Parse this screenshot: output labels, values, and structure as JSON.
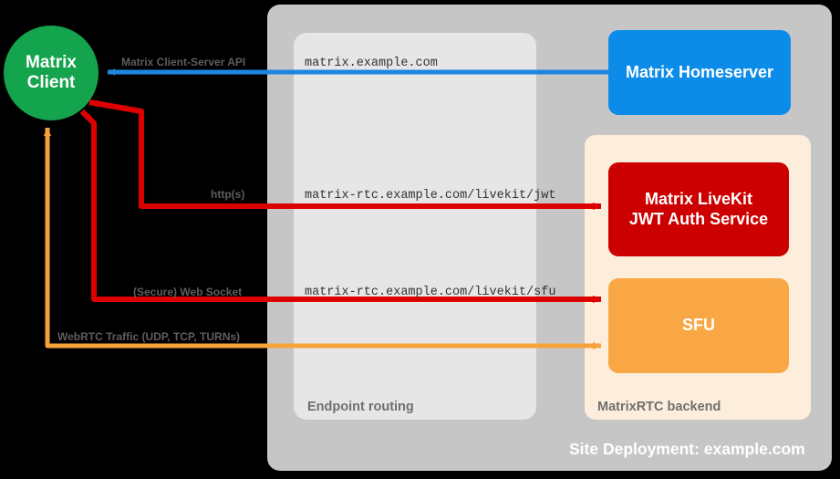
{
  "diagram": {
    "title": "Site Deployment: example.com",
    "background": "#000000"
  },
  "nodes": {
    "client": {
      "label_line1": "Matrix",
      "label_line2": "Client",
      "color": "#14a44d",
      "shape": "circle"
    },
    "homeserver": {
      "label": "Matrix Homeserver",
      "color": "#0c8ce9"
    },
    "jwt": {
      "label_line1": "Matrix LiveKit",
      "label_line2": "JWT Auth Service",
      "color": "#cc0000"
    },
    "sfu": {
      "label": "SFU",
      "color": "#f8a744"
    }
  },
  "panels": {
    "site": {
      "caption": "Site Deployment: example.com",
      "color": "#c6c6c6"
    },
    "endpoint_routing": {
      "caption": "Endpoint routing",
      "color": "#e6e6e6"
    },
    "matrixrtc_backend": {
      "caption": "MatrixRTC backend",
      "color": "#fdeedc"
    }
  },
  "endpoints": [
    {
      "host": "matrix.example.com"
    },
    {
      "host": "matrix-rtc.example.com/livekit/jwt"
    },
    {
      "host": "matrix-rtc.example.com/livekit/sfu"
    }
  ],
  "connections": [
    {
      "caption": "Matrix Client-Server API",
      "color": "#1c86e0",
      "from": "homeserver",
      "to": "client"
    },
    {
      "caption": "http(s)",
      "color": "#dd0000",
      "from": "client",
      "to": "jwt"
    },
    {
      "caption": "(Secure) Web Socket",
      "color": "#dd0000",
      "from": "client",
      "to": "sfu"
    },
    {
      "caption": "WebRTC Traffic (UDP, TCP, TURNs)",
      "color": "#f7a33c",
      "from": "client",
      "to": "sfu"
    }
  ]
}
